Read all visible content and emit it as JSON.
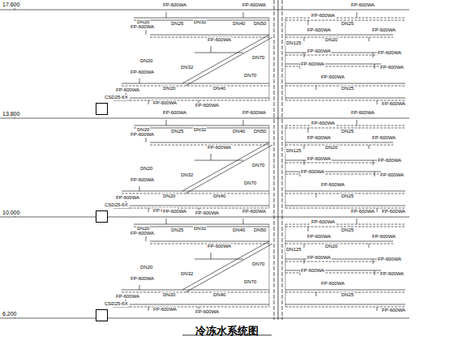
{
  "diagram": {
    "title": "冷冻水系统图",
    "nodes": [
      {
        "text": [
          "CSD25-6X"
        ]
      },
      {
        "text": [
          "CSD25-6X"
        ]
      },
      {
        "text": [
          "CSD25-6X"
        ]
      }
    ],
    "labels": [
      "17.600",
      "13.800",
      "10.000",
      "6.200",
      "FP-600WA",
      "FP-600WA",
      "FP-600WA",
      "FP-600WA",
      "FP-600WA",
      "FP-600WA",
      "FP-600WA",
      "FP-600WA",
      "FP-600WA",
      "FP-600WA",
      "FP-600WA",
      "FP-600WA",
      "FP-600WA",
      "FP-600WA",
      "FP-600WA",
      "FP-600WA",
      "FP-600WA",
      "FP-600WA",
      "DN20",
      "DN25",
      "DN32",
      "DN40",
      "DN50",
      "DN20",
      "DN25",
      "DN70",
      "DN20",
      "DN32",
      "DN70",
      "DN25",
      "DN20",
      "DN40",
      "DN125",
      "FP-600WA",
      "FP-600WA",
      "FP-600WA",
      "FP-600WA",
      "FP-600WA",
      "FP-600WA",
      "FP-600WA",
      "FP-600WA",
      "FP-600WA",
      "FP-600WA",
      "FP-600WA",
      "FP-600WA",
      "FP-600WA",
      "FP-600WA",
      "FP-600WA",
      "FP-600WA",
      "FP-600WA",
      "FP-600WA",
      "DN20",
      "DN25",
      "DN32",
      "DN40",
      "DN50",
      "DN20",
      "DN25",
      "DN70",
      "DN20",
      "DN32",
      "DN70",
      "DN25",
      "DN20",
      "DN40",
      "DN125",
      "FP-600WA",
      "FP-600WA",
      "FP-600WA",
      "FP-600WA",
      "FP-600WA",
      "FP-600WA",
      "FP-600WA",
      "FP-600WA",
      "FP-600WA",
      "FP-600WA",
      "FP-600WA",
      "FP-600WA",
      "FP-600WA",
      "FP-600WA",
      "FP-600WA",
      "FP-600WA",
      "FP-600WA",
      "FP-600WA",
      "DN20",
      "DN25",
      "DN32",
      "DN40",
      "DN50",
      "DN20",
      "DN25",
      "DN70",
      "DN20",
      "DN32",
      "DN70",
      "DN25",
      "DN20",
      "DN40",
      "DN125"
    ]
  }
}
